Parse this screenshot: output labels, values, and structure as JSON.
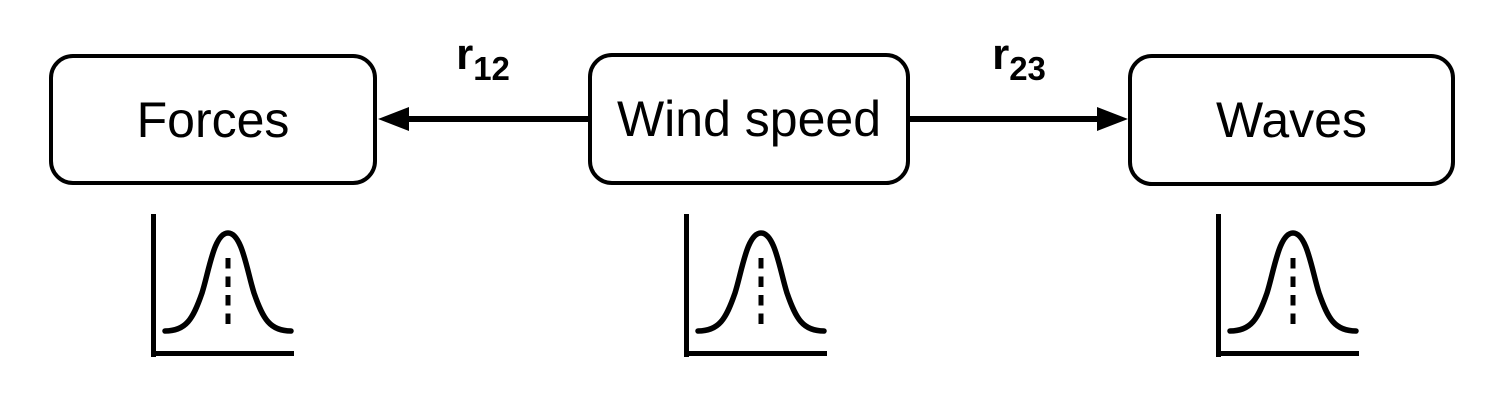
{
  "diagram": {
    "background_color": "#ffffff",
    "stroke_color": "#000000",
    "nodes": [
      {
        "id": "forces",
        "label": "Forces"
      },
      {
        "id": "wind-speed",
        "label": "Wind speed"
      },
      {
        "id": "waves",
        "label": "Waves"
      }
    ],
    "edges": [
      {
        "id": "r12",
        "label_base": "r",
        "label_sub": "12",
        "from": "wind-speed",
        "to": "forces",
        "direction": "left"
      },
      {
        "id": "r23",
        "label_base": "r",
        "label_sub": "23",
        "from": "wind-speed",
        "to": "waves",
        "direction": "right"
      }
    ],
    "icons": [
      {
        "name": "normal-distribution-curve",
        "under": "forces"
      },
      {
        "name": "normal-distribution-curve",
        "under": "wind-speed"
      },
      {
        "name": "normal-distribution-curve",
        "under": "waves"
      }
    ]
  }
}
